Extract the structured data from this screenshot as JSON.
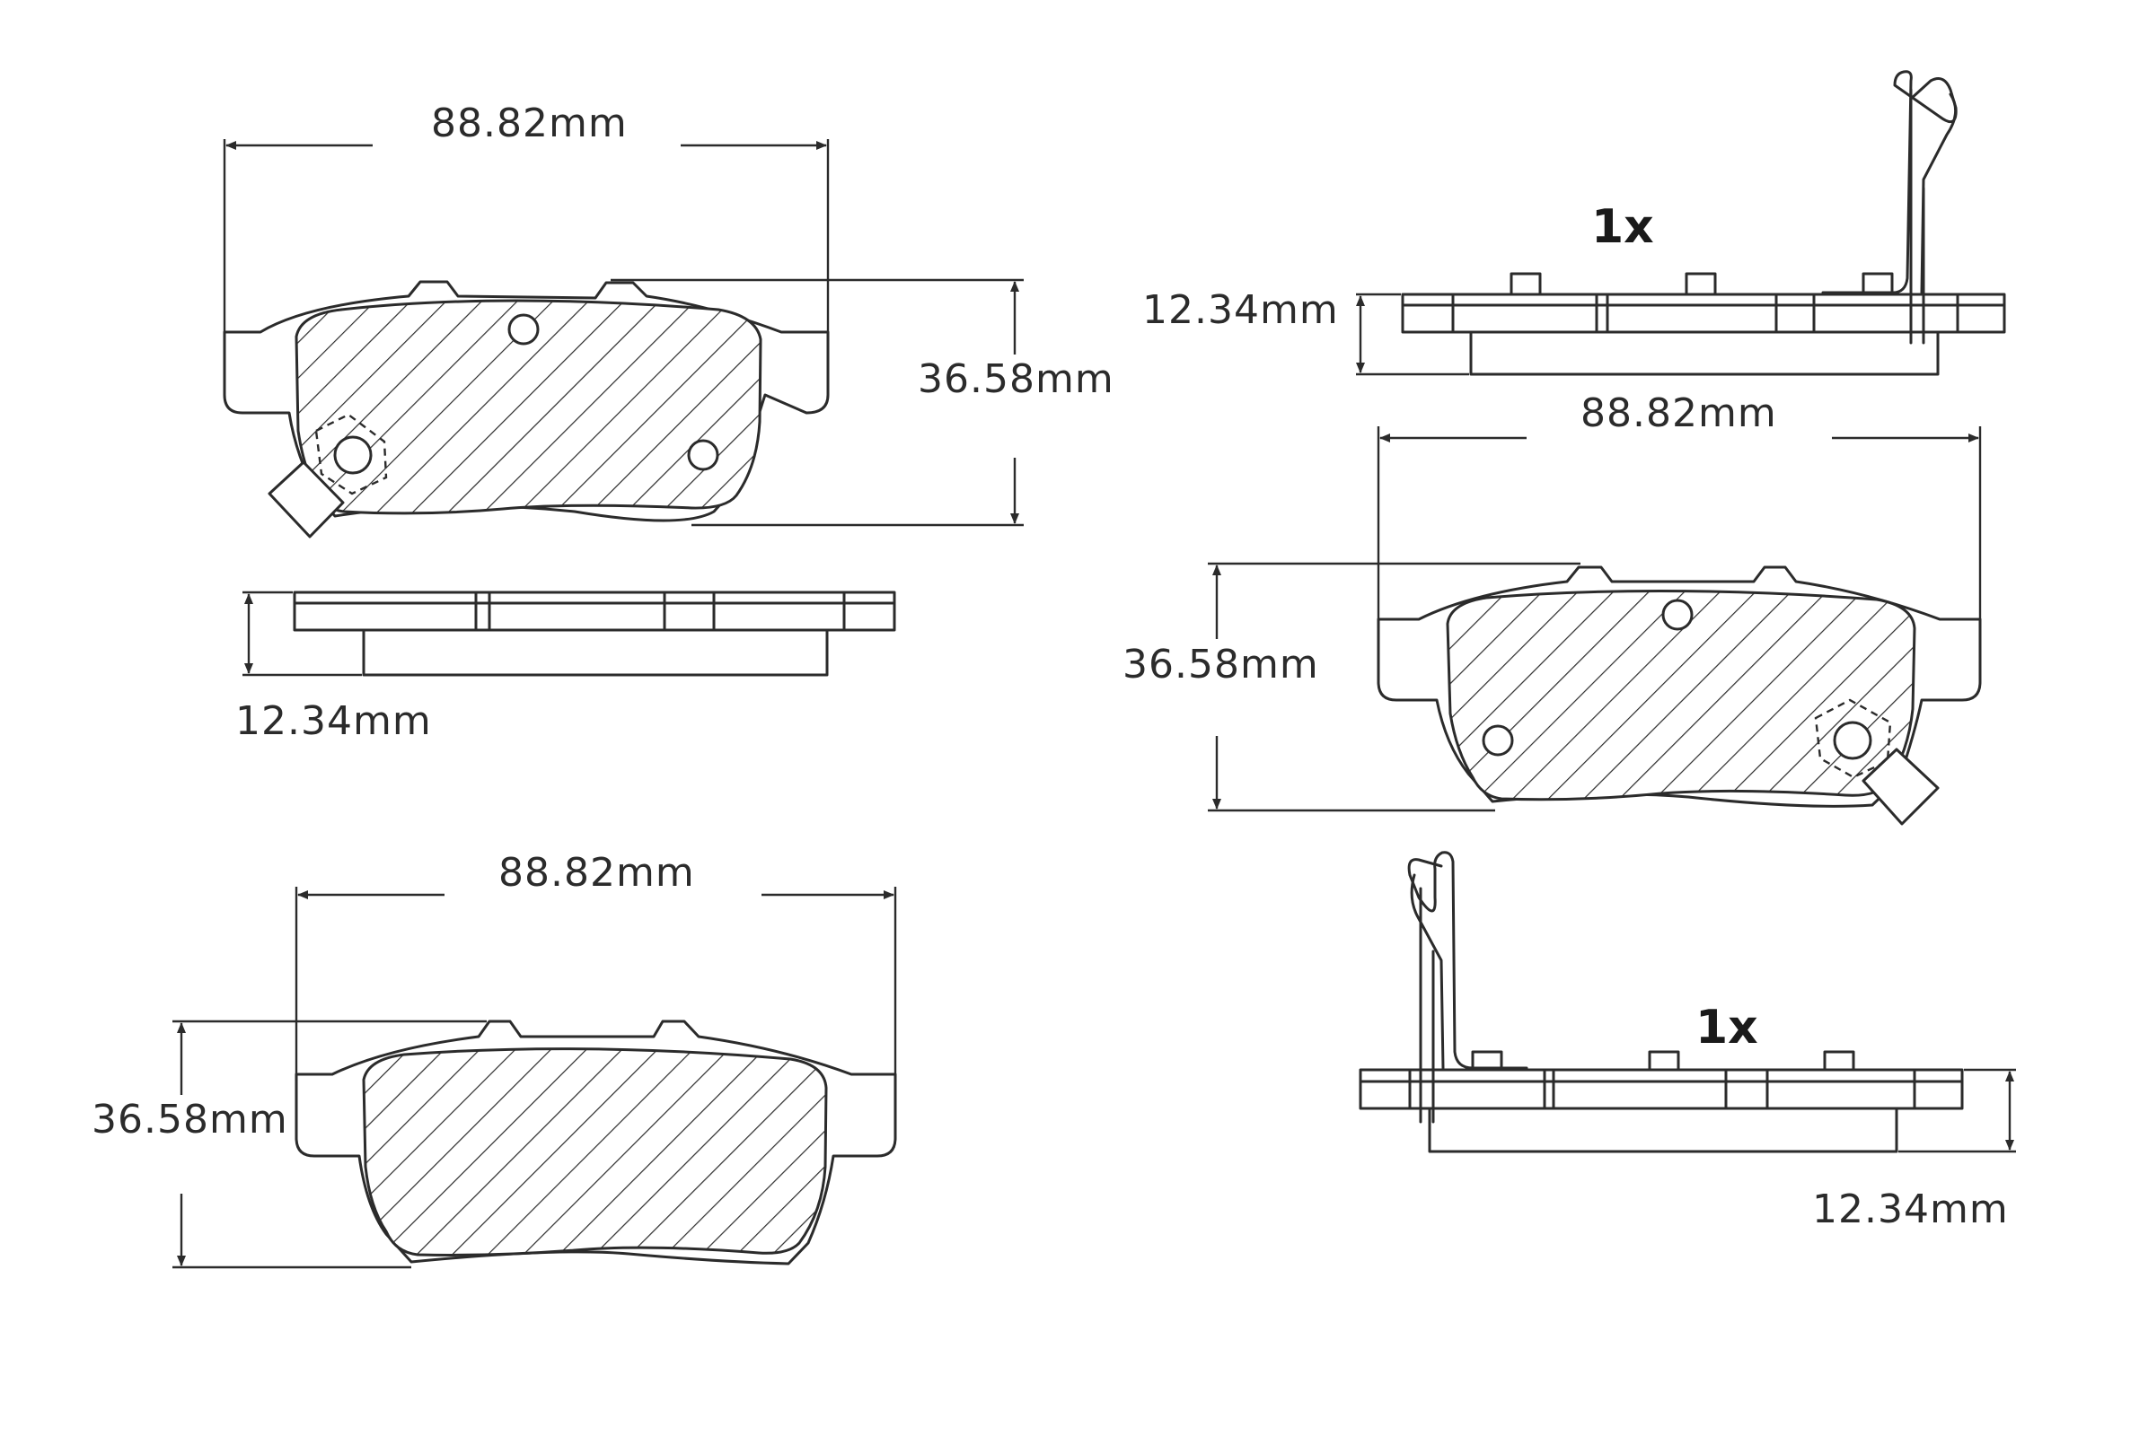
{
  "dimensions": {
    "width_label": "88.82mm",
    "height_label": "36.58mm",
    "thickness_label": "12.34mm"
  },
  "quantities": {
    "top_right": "1x",
    "bottom_right": "1x"
  }
}
